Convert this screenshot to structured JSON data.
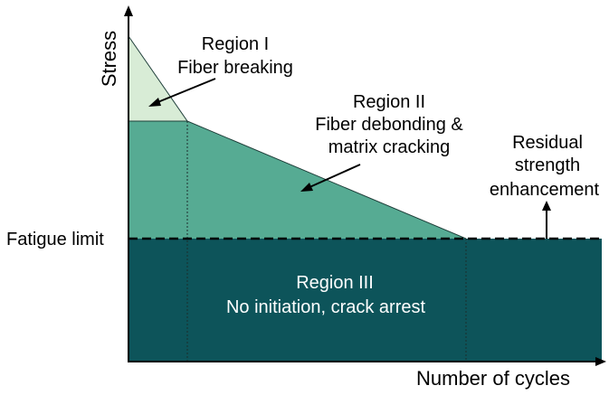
{
  "axes": {
    "y_label": "Stress",
    "x_label": "Number of cycles"
  },
  "fatigue_limit_label": "Fatigue limit",
  "regions": [
    {
      "name": "Region I",
      "description": "Fiber breaking",
      "color": "#d8ecd6"
    },
    {
      "name": "Region II",
      "description_lines": [
        "Fiber debonding &",
        "matrix cracking"
      ],
      "color": "#56ab93"
    },
    {
      "name": "Region III",
      "description": "No initiation, crack arrest",
      "color": "#0d545a"
    }
  ],
  "residual_label_lines": [
    "Residual",
    "strength",
    "enhancement"
  ],
  "colors": {
    "region_i": "#d8ecd6",
    "region_ii": "#56ab93",
    "region_iii": "#0d545a",
    "axis": "#000000"
  }
}
